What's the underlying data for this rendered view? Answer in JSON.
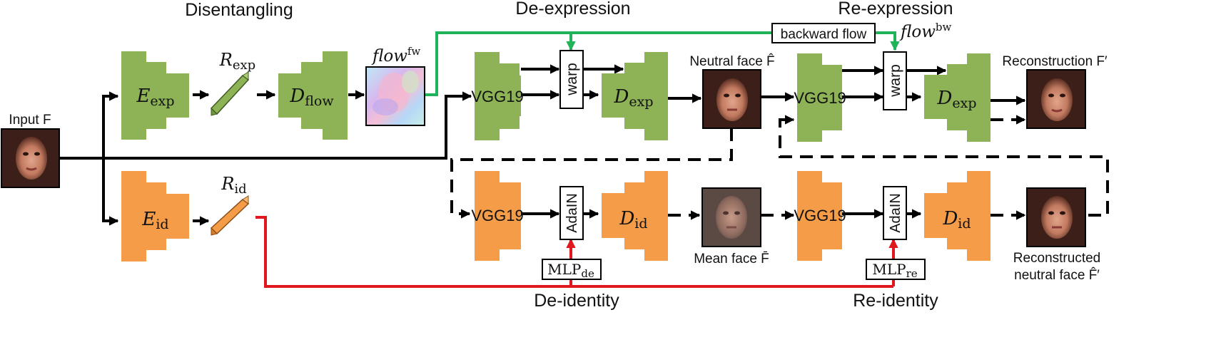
{
  "headers": {
    "disentangling": "Disentangling",
    "de_expression": "De-expression",
    "re_expression": "Re-expression",
    "de_identity": "De-identity",
    "re_identity": "Re-identity"
  },
  "labels": {
    "input": "Input F",
    "neutral_face": "Neutral face F̂",
    "mean_face": "Mean face F̄",
    "reconstruction": "Reconstruction F′",
    "reconstructed_line1": "Reconstructed",
    "reconstructed_line2": "neutral face F̂′",
    "backward_flow": "backward flow",
    "flow_fw": "flow",
    "flow_fw_sup": "fw",
    "flow_bw": "flow",
    "flow_bw_sup": "bw"
  },
  "blocks": {
    "e_exp": "E",
    "e_exp_sub": "exp",
    "d_flow": "D",
    "d_flow_sub": "flow",
    "e_id": "E",
    "e_id_sub": "id",
    "vgg_de_exp": "VGG19",
    "d_exp_1": "D",
    "d_exp_1_sub": "exp",
    "vgg_re_exp": "VGG19",
    "d_exp_2": "D",
    "d_exp_2_sub": "exp",
    "vgg_de_id": "VGG19",
    "d_id_1": "D",
    "d_id_1_sub": "id",
    "vgg_re_id": "VGG19",
    "d_id_2": "D",
    "d_id_2_sub": "id"
  },
  "ops": {
    "warp_1": "warp",
    "warp_2": "warp",
    "adain_1": "AdaIN",
    "adain_2": "AdaIN",
    "mlp_de": "MLP",
    "mlp_de_sub": "de",
    "mlp_re": "MLP",
    "mlp_re_sub": "re"
  },
  "codes": {
    "r_exp": "R",
    "r_exp_sub": "exp",
    "r_id": "R",
    "r_id_sub": "id"
  },
  "colors": {
    "expression_block": "#8db356",
    "identity_block": "#f49c47",
    "flow_path": "#20b35a",
    "identity_path": "#e0171c"
  }
}
